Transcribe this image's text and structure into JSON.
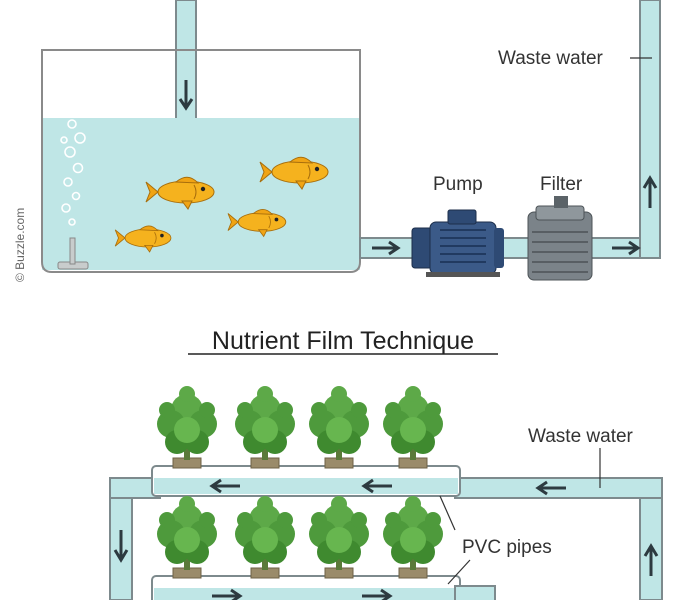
{
  "labels": {
    "waste_water_top": "Waste water",
    "pump": "Pump",
    "filter": "Filter",
    "section_title": "Nutrient Film Technique",
    "waste_water_bottom": "Waste water",
    "pvc_pipes": "PVC pipes",
    "credit": "© Buzzle.com"
  },
  "colors": {
    "water": "#bfe6e6",
    "pipe_outline": "#7d8a8d",
    "tank_outline": "#8a8a8a",
    "fish": "#f5b21e",
    "pump_body": "#3b5a88",
    "filter_body": "#7b8389",
    "plant": "#4e9a3c",
    "arrow": "#2d3a40"
  },
  "counts": {
    "fish": 4,
    "plants_per_row": 4,
    "pipe_rows": 2
  }
}
